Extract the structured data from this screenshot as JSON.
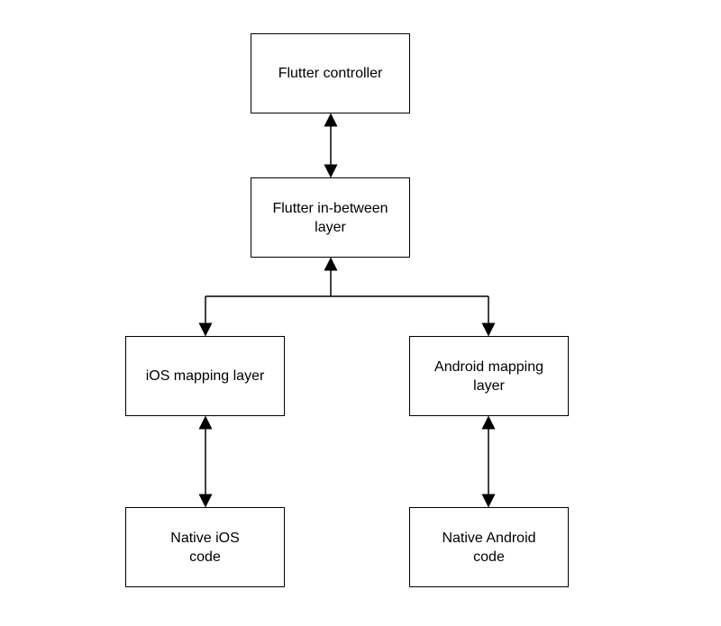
{
  "diagram": {
    "nodes": {
      "flutter_controller": "Flutter controller",
      "flutter_in_between": "Flutter in-between\nlayer",
      "ios_mapping": "iOS mapping layer",
      "android_mapping": "Android mapping\nlayer",
      "native_ios": "Native iOS\ncode",
      "native_android": "Native Android\ncode"
    },
    "edges": [
      {
        "from": "flutter_controller",
        "to": "flutter_in_between",
        "direction": "both"
      },
      {
        "from": "flutter_in_between",
        "to": "ios_mapping",
        "direction": "both"
      },
      {
        "from": "flutter_in_between",
        "to": "android_mapping",
        "direction": "both"
      },
      {
        "from": "ios_mapping",
        "to": "native_ios",
        "direction": "both"
      },
      {
        "from": "android_mapping",
        "to": "native_android",
        "direction": "both"
      }
    ],
    "colors": {
      "stroke": "#000000",
      "fill": "#ffffff",
      "text": "#000000"
    }
  }
}
